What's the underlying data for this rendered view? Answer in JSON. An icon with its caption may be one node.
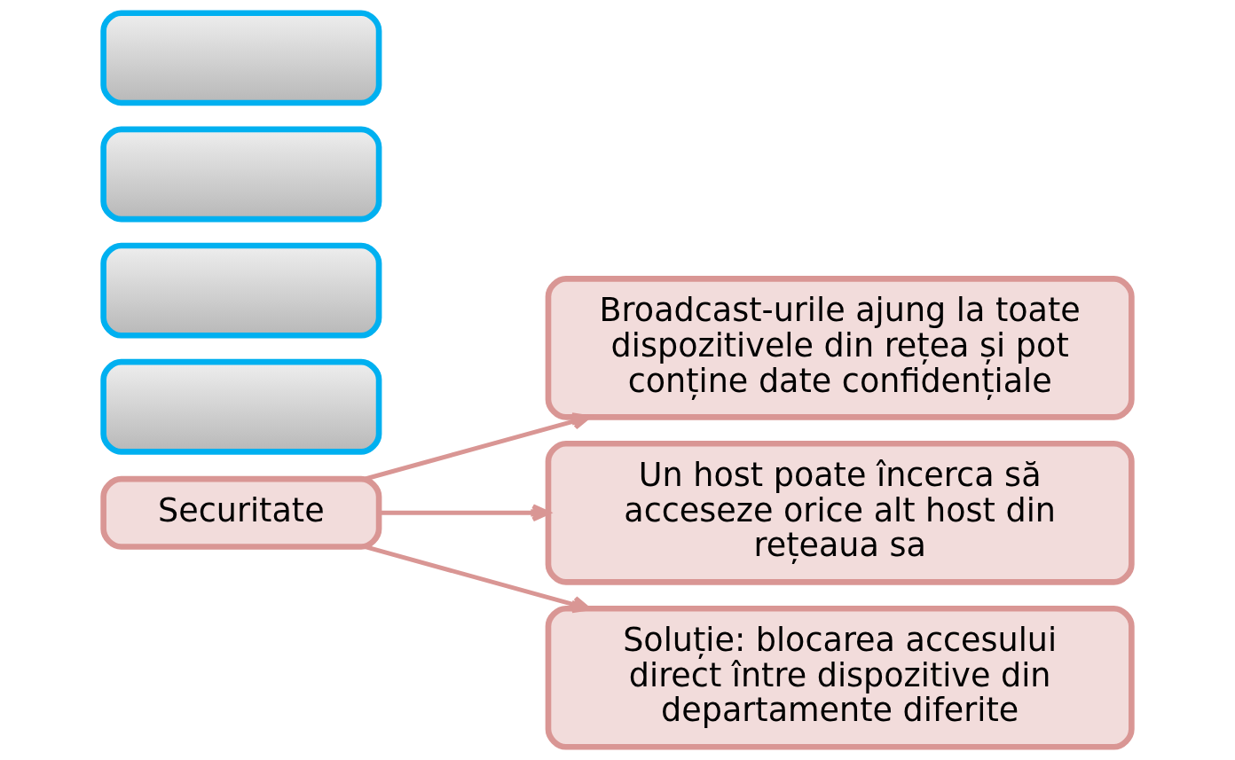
{
  "diagram": {
    "nodes": [
      {
        "text": [
          "Securitate"
        ]
      },
      {
        "text": [],
        "shape": "box"
      },
      {
        "text": [],
        "shape": "box"
      },
      {
        "text": [],
        "shape": "box"
      },
      {
        "text": [],
        "shape": "box"
      },
      {
        "text": [
          "Broadcast-urile ajung la toate dispozitivele din rețea și pot conține date confidențiale"
        ]
      },
      {
        "text": [
          "Un host poate încerca să acceseze orice alt host din rețeaua sa"
        ]
      },
      {
        "text": [
          "Soluție: blocarea accesului direct între dispozitive din departamente diferite"
        ]
      }
    ],
    "edges": [
      {
        "from": 0,
        "to": 5,
        "arrow": "to"
      },
      {
        "from": 0,
        "to": 6,
        "arrow": "to"
      },
      {
        "from": 0,
        "to": 7,
        "arrow": "to"
      }
    ]
  }
}
